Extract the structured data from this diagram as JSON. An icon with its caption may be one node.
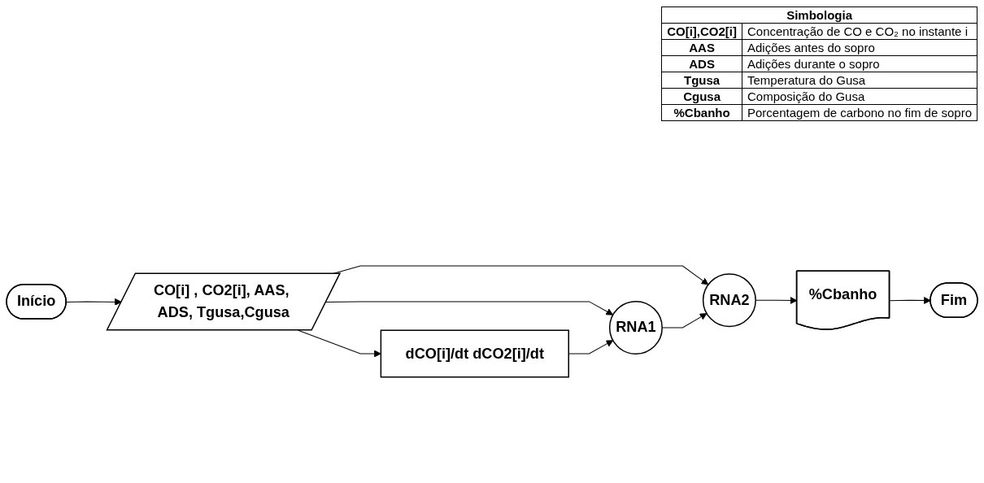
{
  "diagram": {
    "nodes": [
      {
        "text": [
          "Início"
        ]
      },
      {
        "text": [
          "CO[i] , CO2[i], AAS, ADS, Tgusa,Cgusa"
        ]
      },
      {
        "text": [
          "dCO[i]/dt dCO2[i]/dt"
        ]
      },
      {
        "text": [
          "RNA1"
        ]
      },
      {
        "text": [
          "RNA2"
        ]
      },
      {
        "text": [
          "%Cbanho"
        ]
      },
      {
        "text": [
          "Fim"
        ]
      }
    ],
    "edges": [
      {
        "from": 0,
        "to": 1,
        "arrow": "to"
      },
      {
        "from": 1,
        "to": 2,
        "arrow": "to"
      },
      {
        "from": 1,
        "to": 3,
        "arrow": "to"
      },
      {
        "from": 2,
        "to": 3,
        "arrow": "to"
      },
      {
        "from": 1,
        "to": 4,
        "arrow": "to"
      },
      {
        "from": 3,
        "to": 4,
        "arrow": "to"
      },
      {
        "from": 4,
        "to": 5,
        "arrow": "to"
      },
      {
        "from": 5,
        "to": 6,
        "arrow": "to"
      }
    ],
    "labels": [
      "Simbologia",
      "CO[i],CO2[i]",
      "Concentração de CO e CO₂ no instante i",
      "AAS",
      "Adições antes do sopro",
      "ADS",
      "Adições durante o sopro",
      "Tgusa",
      "Temperatura do Gusa",
      "Cgusa",
      "Composição do Gusa",
      "%Cbanho",
      "Porcentagem de carbono no fim de sopro"
    ]
  }
}
